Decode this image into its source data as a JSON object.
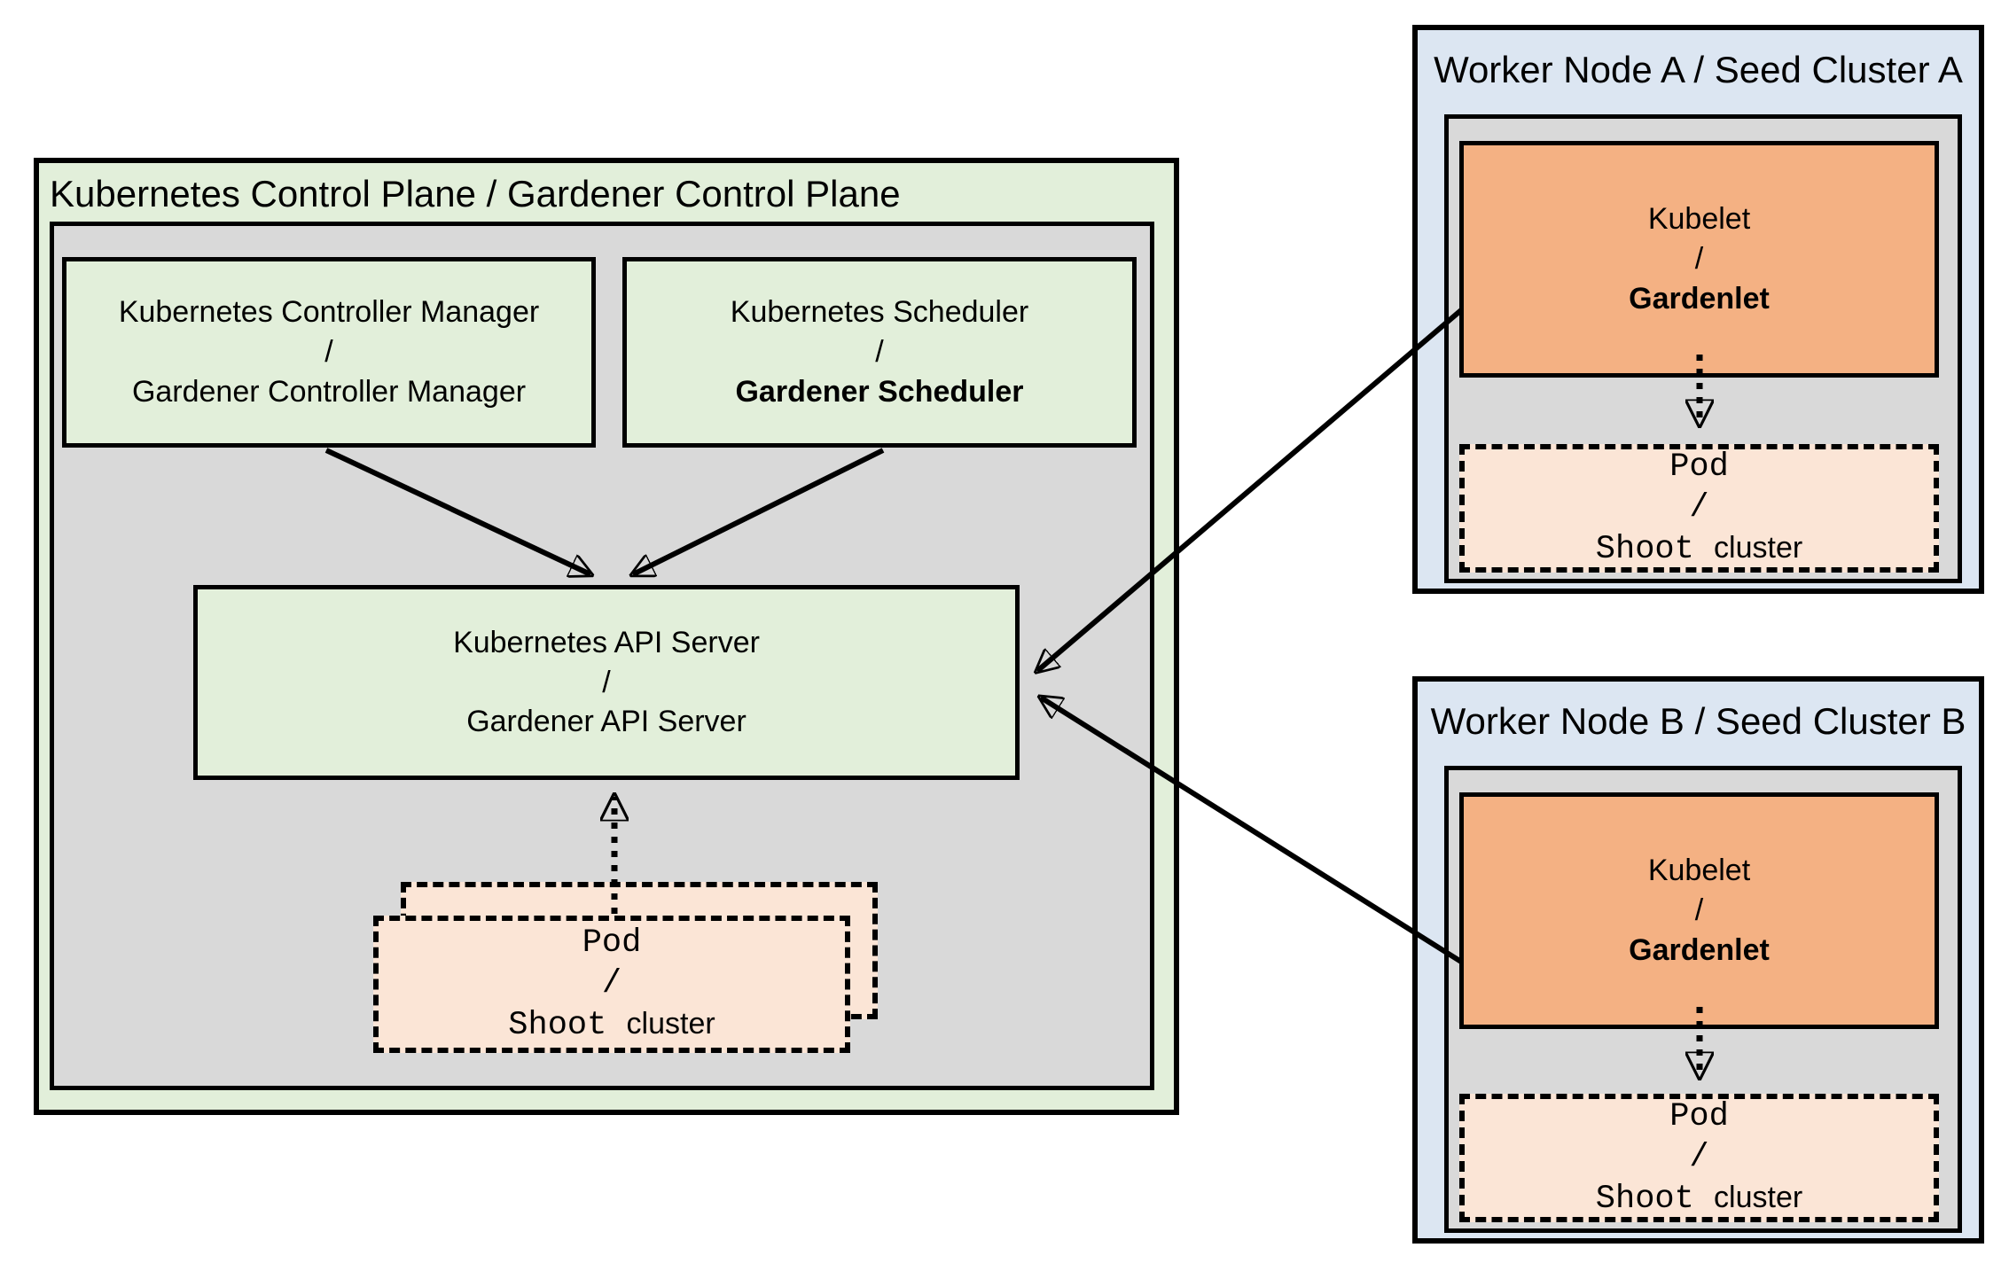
{
  "control_plane": {
    "title": "Kubernetes Control Plane / Gardener Control Plane",
    "controller_manager": {
      "line1": "Kubernetes Controller Manager",
      "separator": "/",
      "line2": "Gardener Controller Manager"
    },
    "scheduler": {
      "line1": "Kubernetes Scheduler",
      "separator": "/",
      "line2": "Gardener Scheduler"
    },
    "api_server": {
      "line1": "Kubernetes API Server",
      "separator": "/",
      "line2": "Gardener API Server"
    },
    "pod_stack": {
      "line1": "Pod",
      "separator": "/",
      "line2_mono": "Shoot",
      "line2_sans": "cluster"
    }
  },
  "workers": [
    {
      "title": "Worker Node A / Seed Cluster A",
      "kubelet": {
        "line1": "Kubelet",
        "separator": "/",
        "line2": "Gardenlet"
      },
      "pod": {
        "line1": "Pod",
        "separator": "/",
        "line2_mono": "Shoot",
        "line2_sans": "cluster"
      }
    },
    {
      "title": "Worker Node B / Seed Cluster B",
      "kubelet": {
        "line1": "Kubelet",
        "separator": "/",
        "line2": "Gardenlet"
      },
      "pod": {
        "line1": "Pod",
        "separator": "/",
        "line2_mono": "Shoot",
        "line2_sans": "cluster"
      }
    }
  ],
  "colors": {
    "control_plane_green": "#e2efda",
    "inner_gray": "#d9d9d9",
    "worker_blue": "#dce6f2",
    "kubelet_orange": "#f4b183",
    "pod_peach": "#fbe5d6",
    "border_black": "#000000",
    "canvas_white": "#ffffff"
  }
}
